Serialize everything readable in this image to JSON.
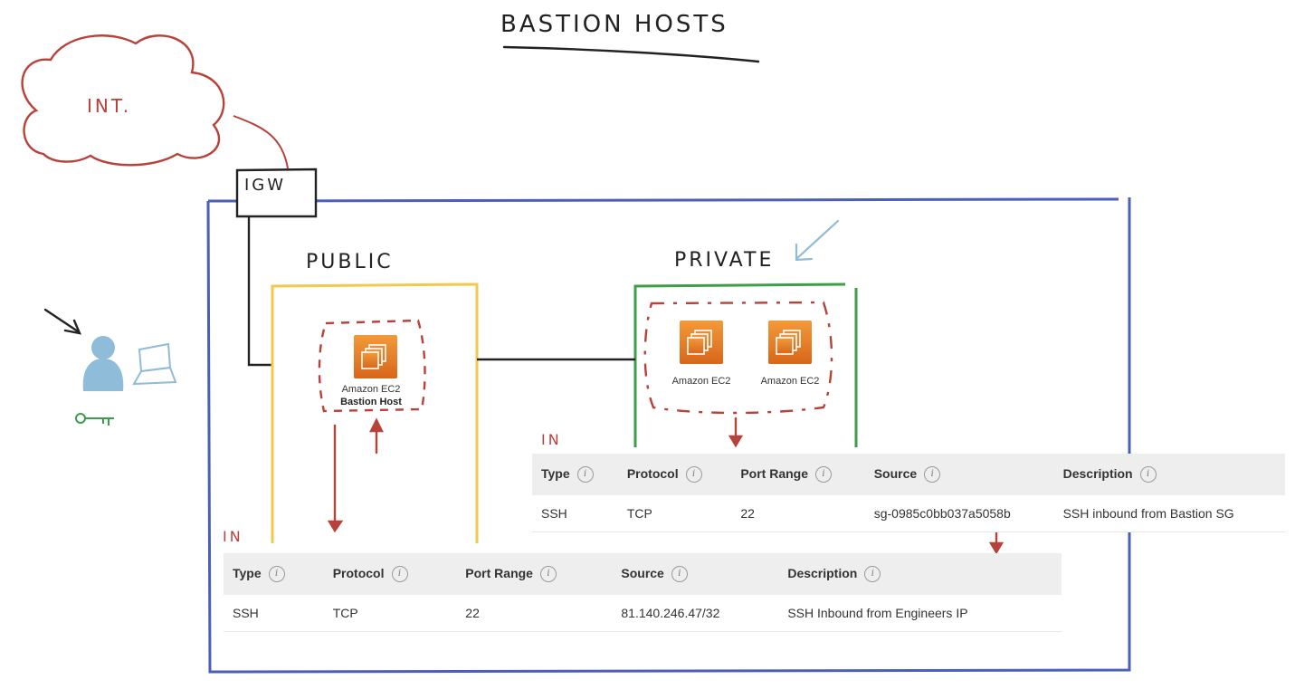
{
  "title": "BASTION HOSTS",
  "internet_label": "INT.",
  "igw_label": "IGW",
  "public_label": "PUBLIC",
  "private_label": "PRIVATE",
  "bastion": {
    "service": "Amazon EC2",
    "name": "Bastion Host"
  },
  "private_instances": [
    {
      "service": "Amazon EC2"
    },
    {
      "service": "Amazon EC2"
    }
  ],
  "in_label": "IN",
  "colors": {
    "vpc": "#4a5fb5",
    "public_subnet": "#f2c94c",
    "private_subnet": "#3f9e4a",
    "red_ink": "#b8413a",
    "aws_orange": "#e87d1e",
    "user_blue": "#8fbcd8",
    "key_green": "#3a9d4a"
  },
  "icons": [
    "cloud-icon",
    "ec2-icon",
    "user-icon",
    "laptop-icon",
    "key-icon",
    "info-icon",
    "arrow-icon"
  ],
  "private_sg_table": {
    "columns": [
      "Type",
      "Protocol",
      "Port Range",
      "Source",
      "Description"
    ],
    "rows": [
      {
        "type": "SSH",
        "protocol": "TCP",
        "port_range": "22",
        "source": "sg-0985c0bb037a5058b",
        "description": "SSH inbound from Bastion SG"
      }
    ]
  },
  "public_sg_table": {
    "columns": [
      "Type",
      "Protocol",
      "Port Range",
      "Source",
      "Description"
    ],
    "rows": [
      {
        "type": "SSH",
        "protocol": "TCP",
        "port_range": "22",
        "source": "81.140.246.47/32",
        "description": "SSH Inbound from Engineers IP"
      }
    ]
  }
}
